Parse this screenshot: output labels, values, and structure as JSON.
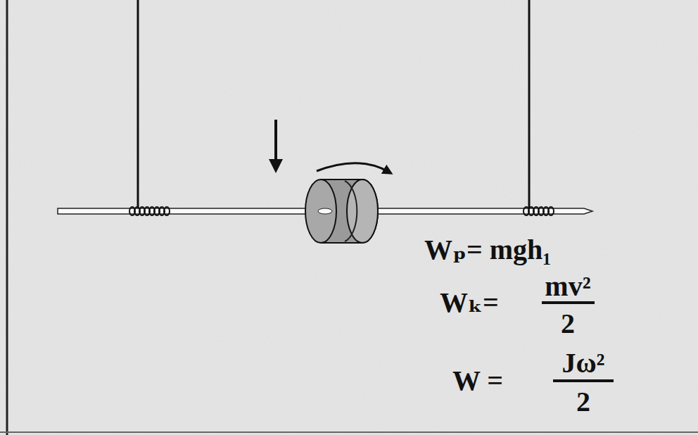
{
  "diagram": {
    "labels": [
      "Wₚ= mgh₁",
      "Wₖ=",
      "mv²",
      "2",
      "W =",
      "Jω²",
      "2"
    ]
  }
}
